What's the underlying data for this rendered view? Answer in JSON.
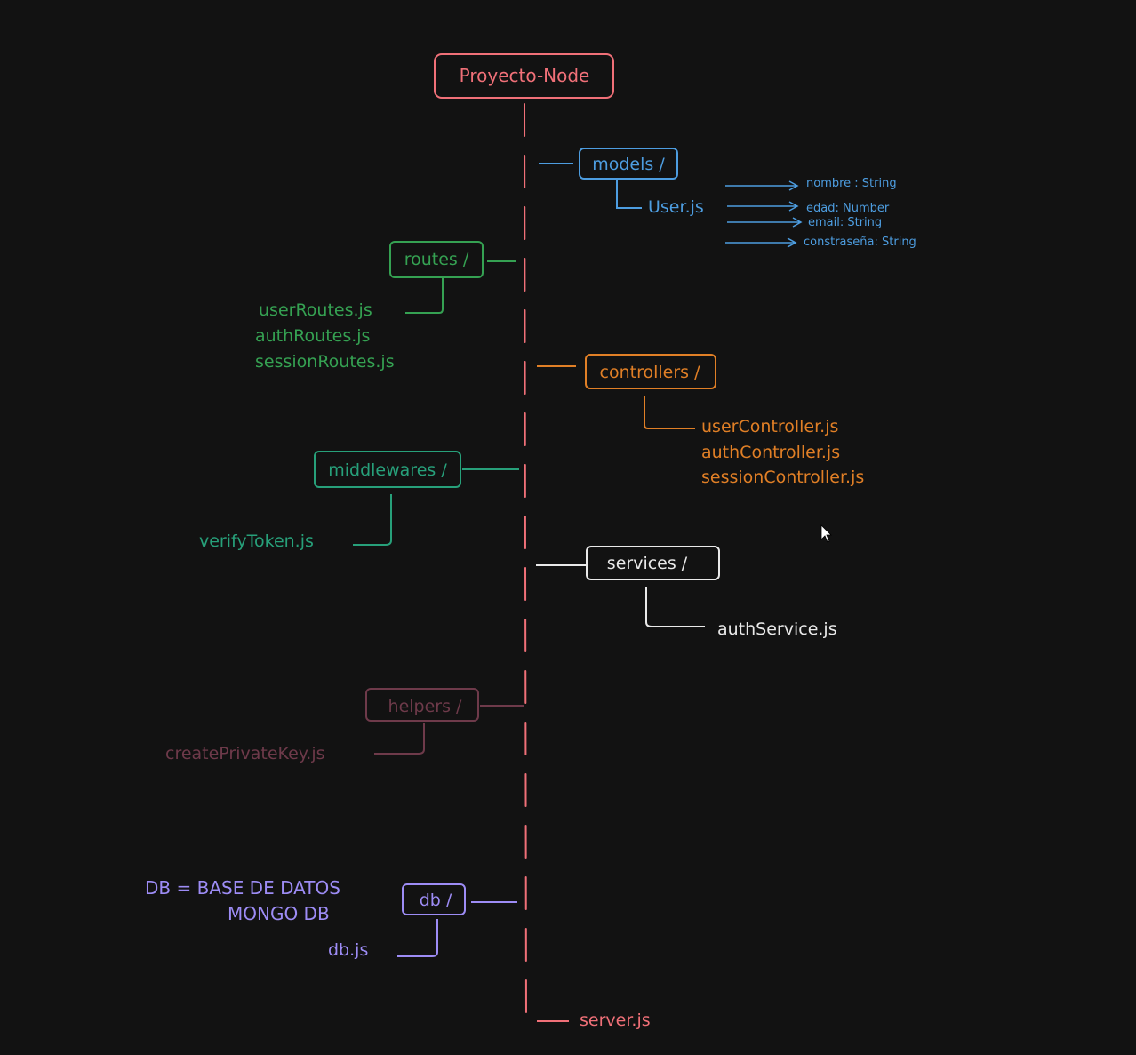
{
  "root": {
    "label": "Proyecto-Node"
  },
  "colors": {
    "background": "#121212",
    "root": "#f07078",
    "spine": "#f07078",
    "models": "#4d9de0",
    "routes": "#35a152",
    "controllers": "#e07f26",
    "middlewares": "#27a07a",
    "services": "#e9e9e9",
    "helpers": "#6e3a4a",
    "db": "#9d8cf5",
    "server": "#f07078"
  },
  "models": {
    "label": "models /",
    "file": "User.js",
    "fields": [
      "nombre : String",
      "edad: Number",
      "email: String",
      "constraseña: String"
    ]
  },
  "routes": {
    "label": "routes /",
    "files": [
      "userRoutes.js",
      "authRoutes.js",
      "sessionRoutes.js"
    ]
  },
  "controllers": {
    "label": "controllers /",
    "files": [
      "userController.js",
      "authController.js",
      "sessionController.js"
    ]
  },
  "middlewares": {
    "label": "middlewares /",
    "file": "verifyToken.js"
  },
  "services": {
    "label": "services /",
    "file": "authService.js"
  },
  "helpers": {
    "label": "helpers /",
    "file": "createPrivateKey.js"
  },
  "db": {
    "label": "db /",
    "file": "db.js",
    "note_line1": "DB = BASE DE DATOS",
    "note_line2": "MONGO DB"
  },
  "server": {
    "file": "server.js"
  }
}
